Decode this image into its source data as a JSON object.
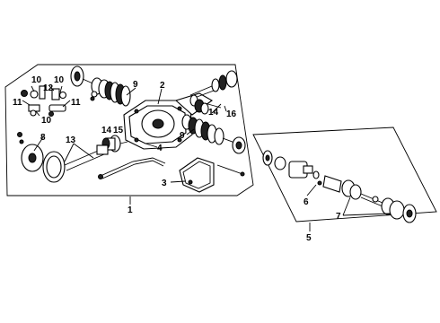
{
  "callouts": {
    "c1": "1",
    "c2": "2",
    "c3": "3",
    "c4": "4",
    "c5": "5",
    "c6": "6",
    "c7": "7",
    "c8": "8",
    "c9a": "9",
    "c9b": "9",
    "c10a": "10",
    "c10b": "10",
    "c10c": "10",
    "c11a": "11",
    "c11b": "11",
    "c12": "12",
    "c13": "13",
    "c14a": "14",
    "c14b": "14",
    "c15": "15",
    "c16": "16"
  }
}
